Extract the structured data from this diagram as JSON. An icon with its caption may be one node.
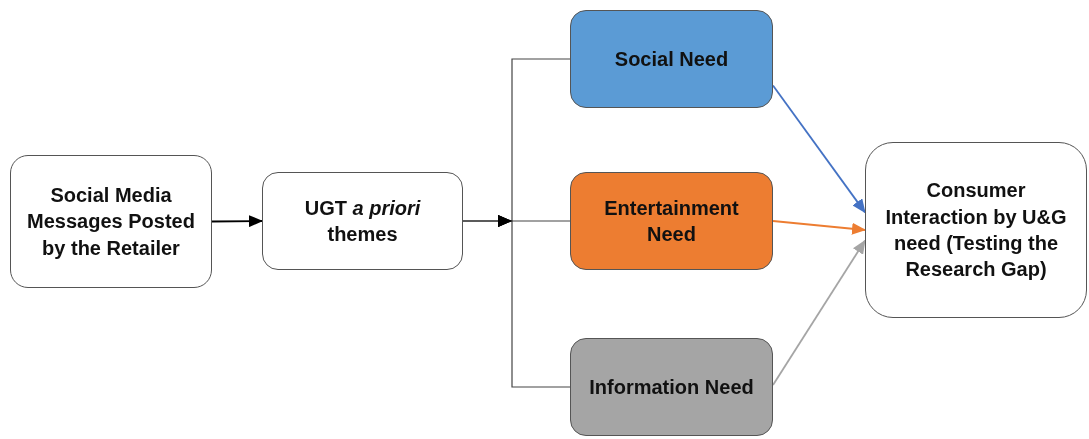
{
  "diagram": {
    "nodes": [
      {
        "text": [
          "Social Media Messages Posted by the Retailer"
        ]
      },
      {
        "text": [
          "UGT *a priori* themes"
        ]
      },
      {
        "text": [
          "Social Need"
        ]
      },
      {
        "text": [
          "Entertainment Need"
        ]
      },
      {
        "text": [
          "Information Need"
        ]
      },
      {
        "text": [
          "Consumer Interaction by U&G need (Testing the Research Gap)"
        ]
      }
    ],
    "edges": [
      {
        "from": 0,
        "to": 1,
        "arrow": "to"
      },
      {
        "from": 1,
        "to": 2,
        "arrow": "to"
      },
      {
        "from": 1,
        "to": 3,
        "arrow": "to"
      },
      {
        "from": 1,
        "to": 4,
        "arrow": "to"
      },
      {
        "from": 2,
        "to": 5,
        "arrow": "to",
        "color": "#4472c4"
      },
      {
        "from": 3,
        "to": 5,
        "arrow": "to",
        "color": "#ed7d31"
      },
      {
        "from": 4,
        "to": 5,
        "arrow": "to",
        "color": "#a5a5a5"
      }
    ]
  }
}
